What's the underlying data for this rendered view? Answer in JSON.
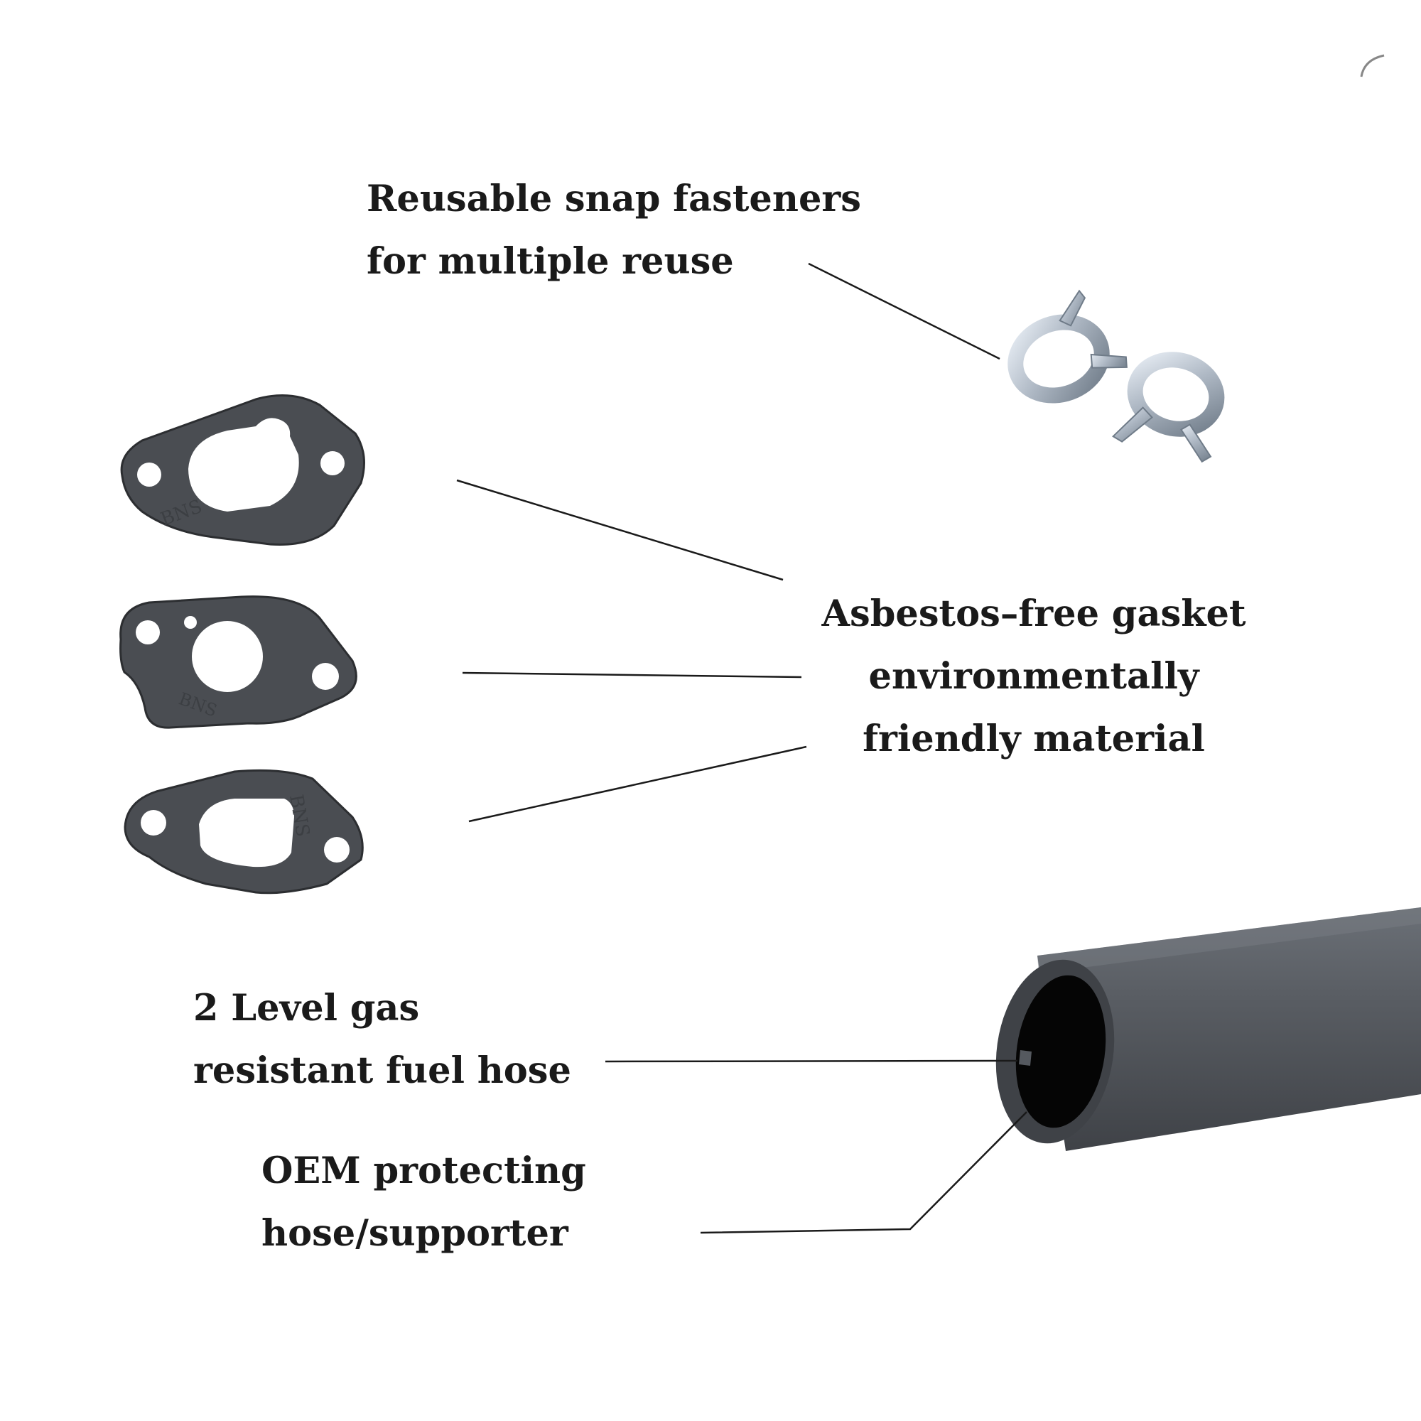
{
  "labels": {
    "snap_fasteners": {
      "line1": "Reusable snap fasteners",
      "line2": "for multiple reuse"
    },
    "gasket": {
      "line1": "Asbestos–free gasket",
      "line2": "environmentally",
      "line3": "friendly material"
    },
    "fuel_hose": {
      "line1": "2 Level gas",
      "line2": "resistant fuel hose"
    },
    "protecting_hose": {
      "line1": "OEM protecting",
      "line2": "hose/supporter"
    }
  },
  "gasket_stamp_text": "BNS",
  "colors": {
    "text": "#1a1a1a",
    "leader_line": "#1a1a1a",
    "gasket": "#4a4d52",
    "gasket_edge": "#2c2e31",
    "hose": "#55595f",
    "hose_bore": "#050505",
    "clip_metal": "#aeb8c4"
  },
  "icons": [
    "spring-clip-icon",
    "gasket-icon",
    "fuel-hose-icon"
  ]
}
